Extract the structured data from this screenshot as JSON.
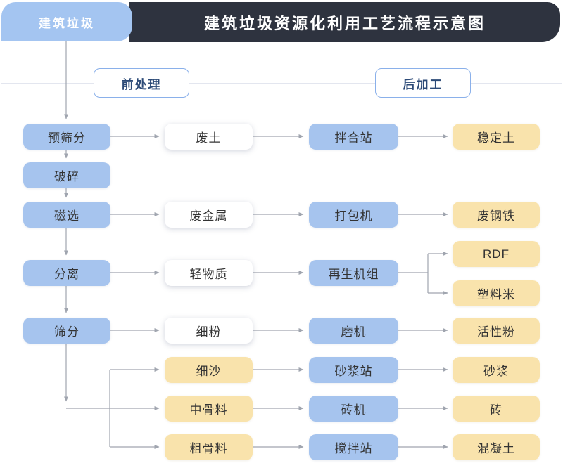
{
  "header": {
    "tab_label": "建筑垃圾",
    "title": "建筑垃圾资源化利用工艺流程示意图"
  },
  "sections": {
    "pre": "前处理",
    "post": "后加工"
  },
  "nodes": {
    "col1": [
      "预筛分",
      "破碎",
      "磁选",
      "分离",
      "筛分"
    ],
    "col2": [
      "废土",
      "废金属",
      "轻物质",
      "细粉",
      "细沙",
      "中骨料",
      "粗骨料"
    ],
    "col3": [
      "拌合站",
      "打包机",
      "再生机组",
      "磨机",
      "砂浆站",
      "砖机",
      "搅拌站"
    ],
    "col4": [
      "稳定土",
      "废钢铁",
      "RDF",
      "塑料米",
      "活性粉",
      "砂浆",
      "砖",
      "混凝土"
    ]
  },
  "colors": {
    "header_bg": "#2e333f",
    "tab_bg": "#a4c5f1",
    "blue": "#a6c4ee",
    "yellow": "#f9e3ac",
    "border": "#e3e6ef",
    "section_border": "#8ab0ea",
    "section_text": "#2c4a77",
    "arrow": "#a0a5af",
    "text": "#333333"
  }
}
